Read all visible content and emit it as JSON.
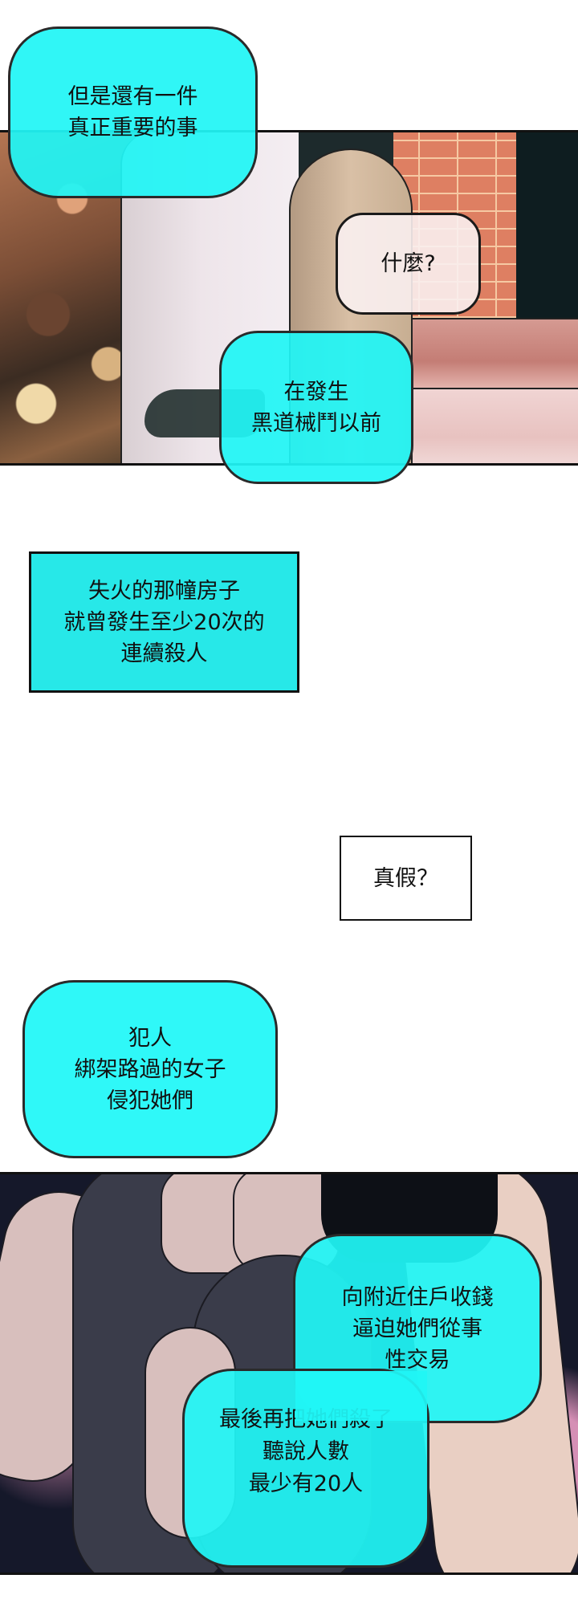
{
  "panels": [
    {
      "id": "panel-1",
      "scene": "street-scene-brick-wall",
      "bubbles": [
        {
          "style": "rounded-cyan",
          "lines": [
            "但是還有一件",
            "真正重要的事"
          ]
        },
        {
          "style": "rounded-white",
          "lines": [
            "什麼?"
          ]
        },
        {
          "style": "rounded-cyan",
          "lines": [
            "在發生",
            "黑道械鬥以前"
          ]
        }
      ]
    },
    {
      "id": "gutter",
      "bubbles": [
        {
          "style": "rect-cyan",
          "lines": [
            "失火的那幢房子",
            "就曾發生至少20次的",
            "連續殺人"
          ]
        },
        {
          "style": "rect-white",
          "lines": [
            "真假？"
          ]
        },
        {
          "style": "rounded-cyan",
          "lines": [
            "犯人",
            "綁架路過的女子",
            "侵犯她們"
          ]
        }
      ]
    },
    {
      "id": "panel-2",
      "scene": "figures-dark-clothing",
      "bubbles": [
        {
          "style": "rounded-cyan",
          "lines": [
            "向附近住戶收錢",
            "逼迫她們從事",
            "性交易"
          ]
        },
        {
          "style": "rounded-cyan",
          "lines": [
            "最後再把她們殺了",
            "聽說人數",
            "最少有20人"
          ]
        }
      ]
    }
  ],
  "colors": {
    "bubble_cyan": "#20f5f5",
    "box_cyan": "#27e8e8",
    "border": "#111111",
    "background": "#ffffff"
  }
}
